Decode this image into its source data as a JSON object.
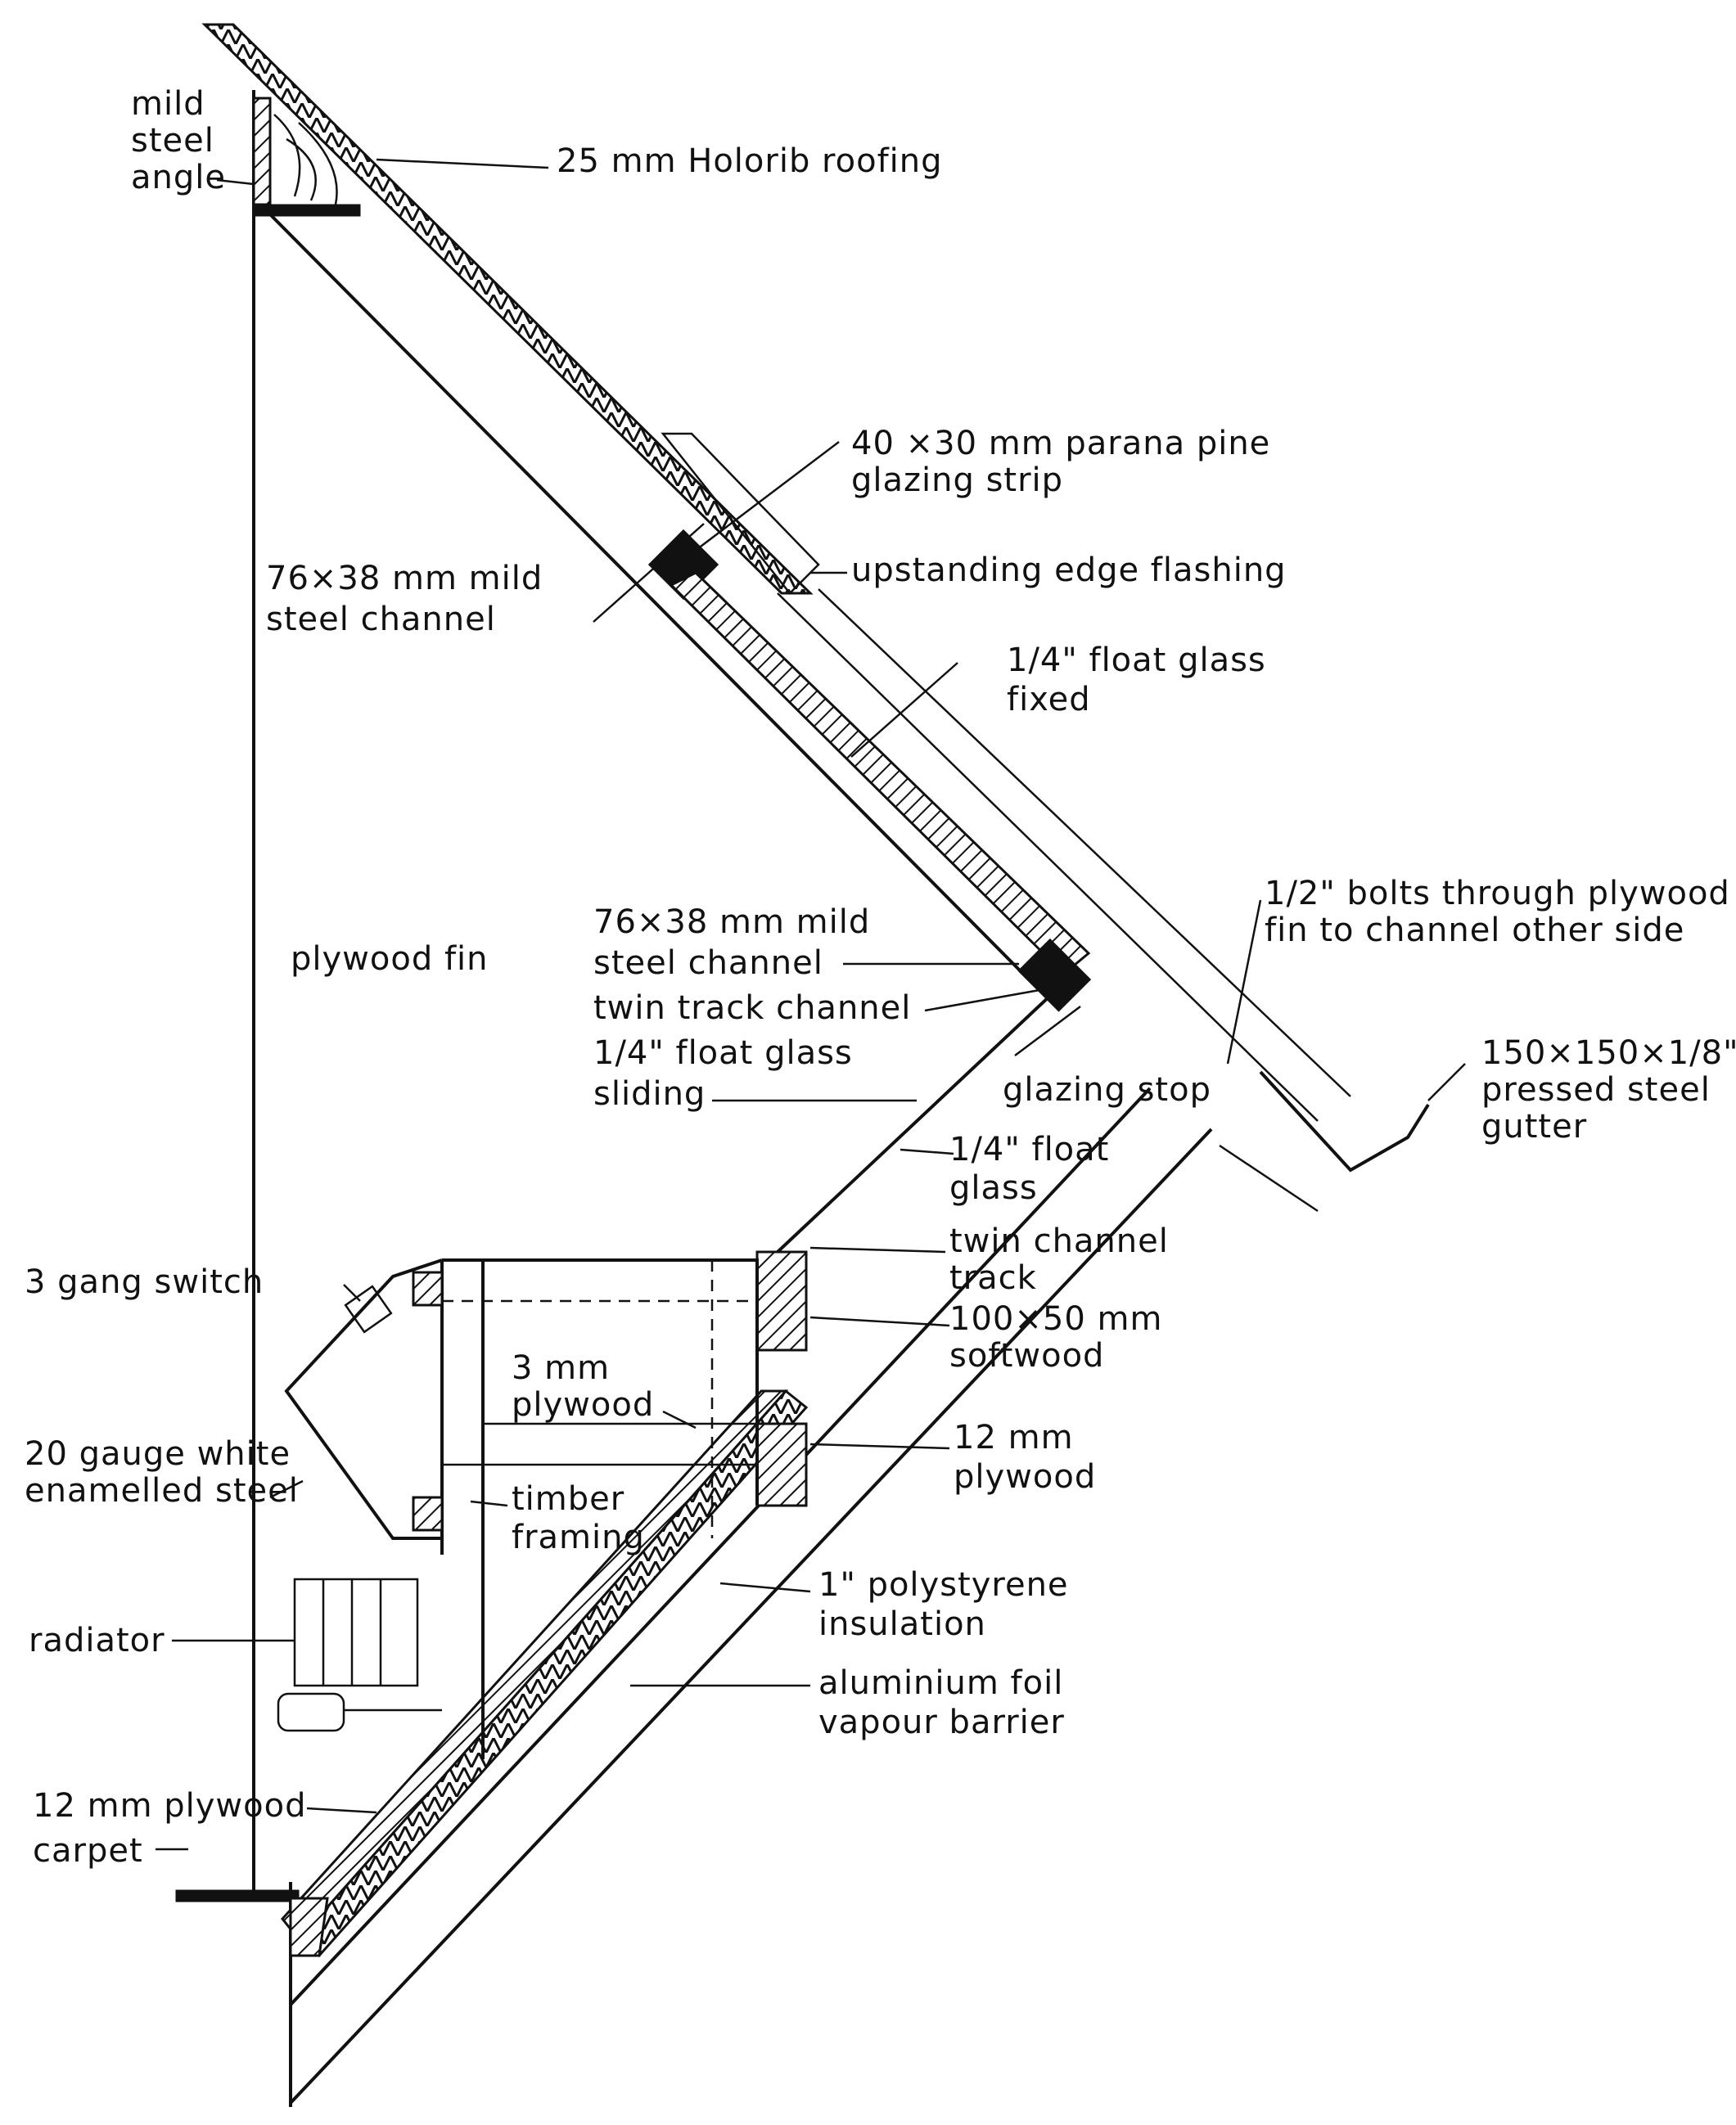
{
  "labels": {
    "mild_steel_angle": [
      "mild",
      "steel",
      "angle"
    ],
    "holorib_roofing": "25 mm Holorib roofing",
    "glazing_strip": [
      "40 ×30 mm parana pine",
      "glazing strip"
    ],
    "steel_channel_upper": [
      "76×38 mm mild",
      "steel channel"
    ],
    "edge_flashing": "upstanding edge flashing",
    "float_glass_fixed": [
      "1/4\" float glass",
      "fixed"
    ],
    "plywood_fin": "plywood fin",
    "bolts": [
      "1/2\" bolts through plywood",
      "fin to channel other side"
    ],
    "steel_channel_lower": [
      "76×38 mm mild",
      "steel channel"
    ],
    "twin_track_channel": "twin track channel",
    "float_glass_sliding": [
      "1/4\" float glass",
      "sliding"
    ],
    "glazing_stop": "glazing stop",
    "gutter": [
      "150×150×1/8\"",
      "pressed steel",
      "gutter"
    ],
    "float_glass": [
      "1/4\" float",
      "glass"
    ],
    "twin_channel_track": [
      "twin channel",
      "track"
    ],
    "softwood": [
      "100×50 mm",
      "softwood"
    ],
    "gang_switch": "3 gang switch",
    "plywood_3mm": [
      "3 mm",
      "plywood"
    ],
    "plywood_12mm_right": [
      "12 mm",
      "plywood"
    ],
    "enamelled_steel": [
      "20 gauge white",
      "enamelled steel"
    ],
    "timber_framing": [
      "timber",
      "framing"
    ],
    "polystyrene": [
      "1\" polystyrene",
      "insulation"
    ],
    "radiator": "radiator",
    "foil_barrier": [
      "aluminium foil",
      "vapour barrier"
    ],
    "plywood_12mm_left": "12 mm plywood",
    "carpet": "carpet"
  }
}
